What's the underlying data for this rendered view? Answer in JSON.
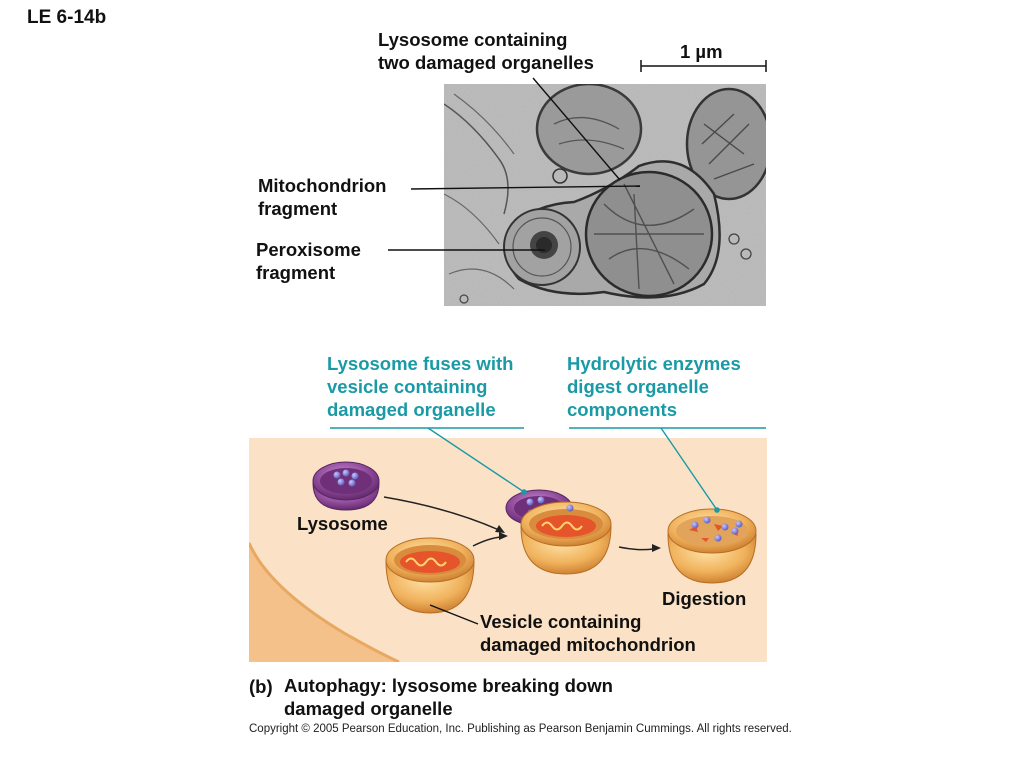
{
  "slide_id": "LE 6-14b",
  "micrograph": {
    "lysosome_label": [
      "Lysosome containing",
      "two damaged organelles"
    ],
    "scale_bar_label": "1 µm",
    "mitochondrion_label": [
      "Mitochondrion",
      "fragment"
    ],
    "peroxisome_label": [
      "Peroxisome",
      "fragment"
    ]
  },
  "steps": {
    "fuse_label": [
      "Lysosome fuses with",
      "vesicle containing",
      "damaged organelle"
    ],
    "digest_label": [
      "Hydrolytic enzymes",
      "digest organelle",
      "components"
    ]
  },
  "diagram": {
    "lysosome": "Lysosome",
    "vesicle": [
      "Vesicle containing",
      "damaged mitochondrion"
    ],
    "digestion": "Digestion"
  },
  "caption": {
    "part": "(b)",
    "text": [
      "Autophagy: lysosome breaking down",
      "damaged organelle"
    ]
  },
  "copyright": "Copyright © 2005 Pearson Education, Inc. Publishing as Pearson Benjamin Cummings. All rights reserved.",
  "colors": {
    "accent_teal": "#1a9aa6",
    "panel_peach": "#fbe2c6",
    "lysosome_purple": "#7d3f86",
    "vesicle_orange": "#e8a24e"
  }
}
